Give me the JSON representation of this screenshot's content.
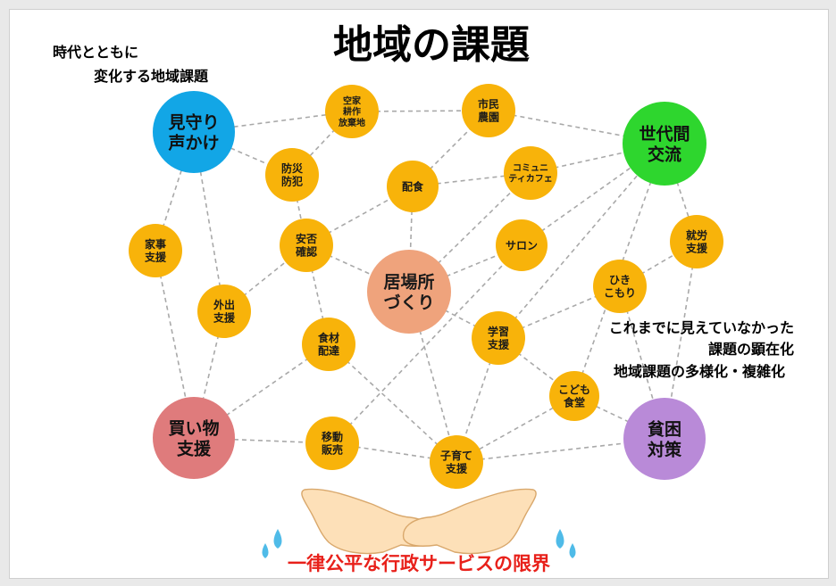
{
  "title": "地域の課題",
  "note_top_left": [
    "時代とともに",
    "変化する地域課題"
  ],
  "note_right": [
    "これまでに見えていなかった",
    "課題の顕在化",
    "地域課題の多様化・複雑化"
  ],
  "bottom_caption": "一律公平な行政サービスの限界",
  "colors": {
    "small_node": "#f8b30a",
    "mimamori": "#12a6e6",
    "sedaikan": "#2ed62e",
    "kaimono": "#df7b7c",
    "hinkon": "#b98ad8",
    "ibasho": "#efa37c",
    "caption": "#e8201a",
    "edge": "#a9a9a9"
  },
  "nodes": [
    {
      "id": "mimamori",
      "lines": [
        "見守り",
        "声かけ"
      ],
      "kind": "large"
    },
    {
      "id": "sedaikan",
      "lines": [
        "世代間",
        "交流"
      ],
      "kind": "large"
    },
    {
      "id": "kaimono",
      "lines": [
        "買い物",
        "支援"
      ],
      "kind": "large"
    },
    {
      "id": "hinkon",
      "lines": [
        "貧困",
        "対策"
      ],
      "kind": "large"
    },
    {
      "id": "ibasho",
      "lines": [
        "居場所",
        "づくり"
      ],
      "kind": "large"
    },
    {
      "id": "akiya",
      "lines": [
        "空家",
        "耕作",
        "放棄地"
      ],
      "kind": "small"
    },
    {
      "id": "shimin",
      "lines": [
        "市民",
        "農園"
      ],
      "kind": "small"
    },
    {
      "id": "community",
      "lines": [
        "コミュニ",
        "ティカフェ"
      ],
      "kind": "small"
    },
    {
      "id": "bousai",
      "lines": [
        "防災",
        "防犯"
      ],
      "kind": "small"
    },
    {
      "id": "haishoku",
      "lines": [
        "配食"
      ],
      "kind": "small"
    },
    {
      "id": "kaji",
      "lines": [
        "家事",
        "支援"
      ],
      "kind": "small"
    },
    {
      "id": "anpi",
      "lines": [
        "安否",
        "確認"
      ],
      "kind": "small"
    },
    {
      "id": "salon",
      "lines": [
        "サロン"
      ],
      "kind": "small"
    },
    {
      "id": "shuro",
      "lines": [
        "就労",
        "支援"
      ],
      "kind": "small"
    },
    {
      "id": "hikikomori",
      "lines": [
        "ひき",
        "こもり"
      ],
      "kind": "small"
    },
    {
      "id": "gaishutsu",
      "lines": [
        "外出",
        "支援"
      ],
      "kind": "small"
    },
    {
      "id": "shokuzai",
      "lines": [
        "食材",
        "配達"
      ],
      "kind": "small"
    },
    {
      "id": "gakushu",
      "lines": [
        "学習",
        "支援"
      ],
      "kind": "small"
    },
    {
      "id": "kodomo",
      "lines": [
        "こども",
        "食堂"
      ],
      "kind": "small"
    },
    {
      "id": "ido",
      "lines": [
        "移動",
        "販売"
      ],
      "kind": "small"
    },
    {
      "id": "kosodate",
      "lines": [
        "子育て",
        "支援"
      ],
      "kind": "small"
    }
  ],
  "edges": [
    [
      "mimamori",
      "akiya"
    ],
    [
      "akiya",
      "shimin"
    ],
    [
      "shimin",
      "sedaikan"
    ],
    [
      "mimamori",
      "bousai"
    ],
    [
      "akiya",
      "bousai"
    ],
    [
      "bousai",
      "anpi"
    ],
    [
      "mimamori",
      "kaji"
    ],
    [
      "mimamori",
      "gaishutsu"
    ],
    [
      "kaji",
      "kaimono"
    ],
    [
      "gaishutsu",
      "kaimono"
    ],
    [
      "gaishutsu",
      "anpi"
    ],
    [
      "anpi",
      "haishoku"
    ],
    [
      "haishoku",
      "shimin"
    ],
    [
      "haishoku",
      "community"
    ],
    [
      "community",
      "sedaikan"
    ],
    [
      "haishoku",
      "ibasho"
    ],
    [
      "anpi",
      "ibasho"
    ],
    [
      "anpi",
      "shokuzai"
    ],
    [
      "shokuzai",
      "kaimono"
    ],
    [
      "shokuzai",
      "kosodate"
    ],
    [
      "ibasho",
      "salon"
    ],
    [
      "salon",
      "sedaikan"
    ],
    [
      "ibasho",
      "gakushu"
    ],
    [
      "ibasho",
      "kosodate"
    ],
    [
      "ibasho",
      "community"
    ],
    [
      "gakushu",
      "sedaikan"
    ],
    [
      "gakushu",
      "hikikomori"
    ],
    [
      "gakushu",
      "kodomo"
    ],
    [
      "gakushu",
      "kosodate"
    ],
    [
      "hikikomori",
      "shuro"
    ],
    [
      "hikikomori",
      "hinkon"
    ],
    [
      "sedaikan",
      "shuro"
    ],
    [
      "shuro",
      "hinkon"
    ],
    [
      "kodomo",
      "hinkon"
    ],
    [
      "kodomo",
      "kosodate"
    ],
    [
      "kosodate",
      "hinkon"
    ],
    [
      "kaimono",
      "ido"
    ],
    [
      "ido",
      "kosodate"
    ],
    [
      "ido",
      "salon"
    ],
    [
      "sedaikan",
      "kodomo"
    ]
  ]
}
